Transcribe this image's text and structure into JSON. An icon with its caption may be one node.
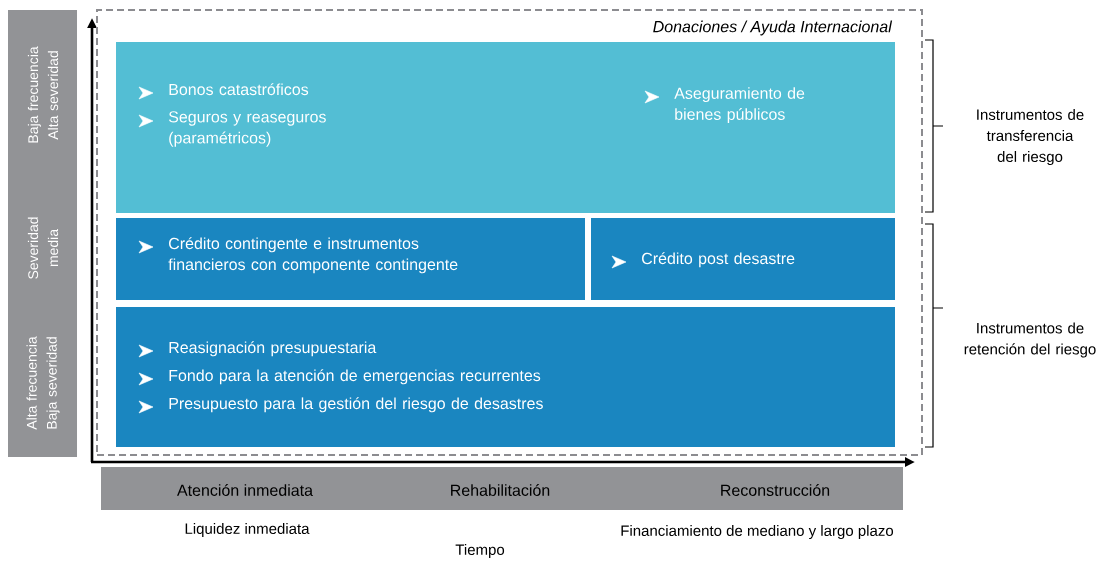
{
  "diagram": {
    "nodes": [
      {
        "text": [
          "Donaciones / Ayuda Internacional"
        ]
      },
      {
        "text": [
          "Bonos catastróficos",
          "Seguros y reaseguros (paramétricos)",
          "Aseguramiento de bienes públicos"
        ],
        "in": 0
      },
      {
        "text": [
          "Crédito contingente e instrumentos financieros con componente contingente"
        ],
        "in": 0
      },
      {
        "text": [
          "Crédito post desastre"
        ],
        "in": 0
      },
      {
        "text": [
          "Reasignación presupuestaria",
          "Fondo para la atención de emergencias recurrentes",
          "Presupuesto para la gestión del riesgo de desastres"
        ],
        "in": 0
      },
      {
        "text": [
          "Baja frecuencia Alta severidad",
          "Severidad media",
          "Alta frecuencia Baja severidad"
        ]
      },
      {
        "text": [
          "Atención inmediata",
          "Rehabilitación",
          "Reconstrucción"
        ]
      }
    ],
    "labels": [
      "Instrumentos de transferencia del riesgo",
      "Instrumentos de retención del riesgo",
      "Liquidez inmediata",
      "Tiempo",
      "Financiamiento de mediano y largo plazo"
    ]
  }
}
